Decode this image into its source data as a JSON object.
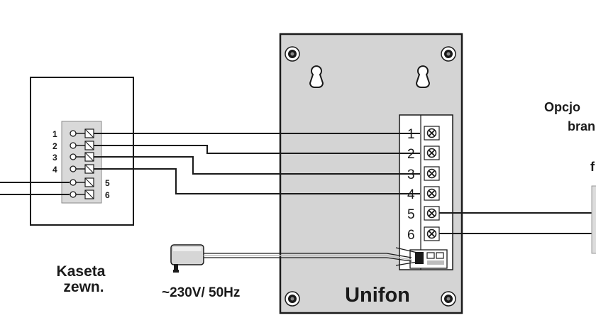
{
  "kaseta": {
    "title_line1": "Kaseta",
    "title_line2": "zewn.",
    "pins": [
      "1",
      "2",
      "3",
      "4",
      "5",
      "6"
    ]
  },
  "unifon": {
    "title": "Unifon",
    "terminals": [
      "1",
      "2",
      "3",
      "4",
      "5",
      "6"
    ]
  },
  "power": {
    "label": "~230V/ 50Hz"
  },
  "optional": {
    "line1": "Opcjo",
    "line2": "bran",
    "line3": "f"
  }
}
